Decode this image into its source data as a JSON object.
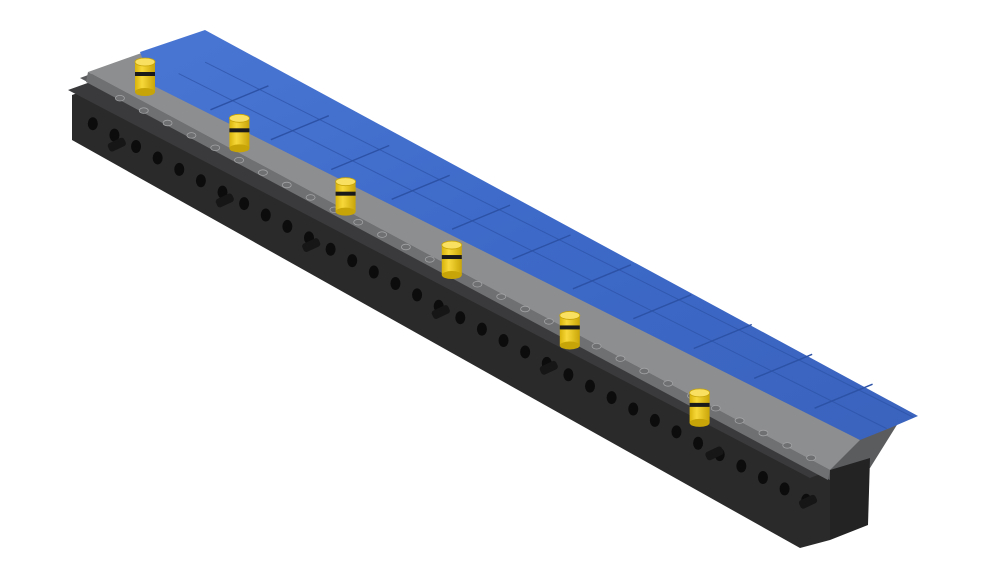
{
  "scene": {
    "subject": "lego-pier-model",
    "bollard_count": 6,
    "technic_pin_count": 7,
    "colors": {
      "background": "#ffffff",
      "water_tile": "#3d6ac9",
      "water_tile_light": "#5a85db",
      "water_tile_seam": "#2c52a6",
      "walkway_top": "#8d8e8f",
      "walkway_edge": "#6f7072",
      "base_top": "#5b5c5e",
      "beam_side": "#2a2a2b",
      "beam_hole": "#0c0c0c",
      "bollard_yellow": "#f2cd18",
      "bollard_shade": "#c7a407",
      "bollard_band": "#1a1a1a",
      "pin": "#161616"
    }
  }
}
